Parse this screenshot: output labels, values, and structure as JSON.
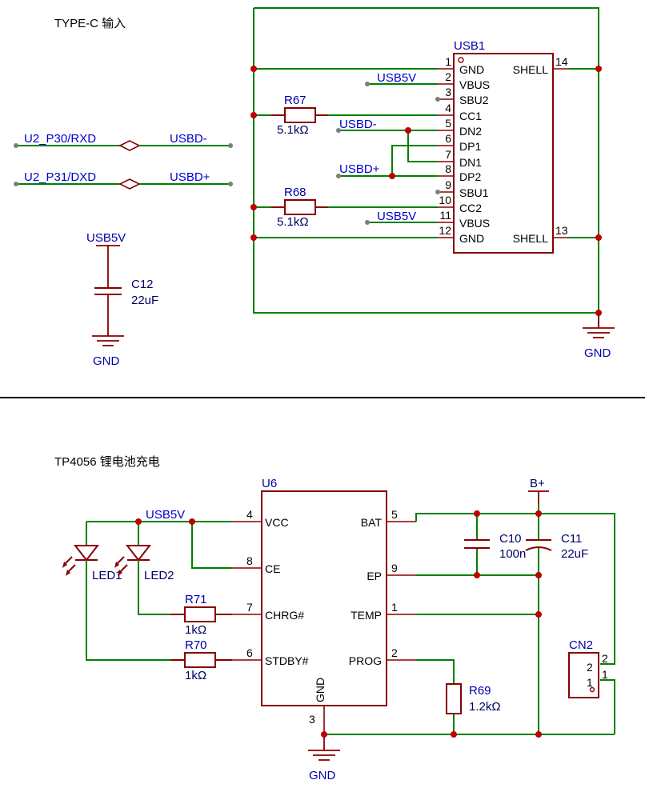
{
  "sections": {
    "typec_title": "TYPE-C 输入",
    "tp4056_title": "TP4056 锂电池充电"
  },
  "usb1": {
    "designator": "USB1",
    "pins": [
      {
        "num": "1",
        "name": "GND"
      },
      {
        "num": "2",
        "name": "VBUS"
      },
      {
        "num": "3",
        "name": "SBU2"
      },
      {
        "num": "4",
        "name": "CC1"
      },
      {
        "num": "5",
        "name": "DN2"
      },
      {
        "num": "6",
        "name": "DP1"
      },
      {
        "num": "7",
        "name": "DN1"
      },
      {
        "num": "8",
        "name": "DP2"
      },
      {
        "num": "9",
        "name": "SBU1"
      },
      {
        "num": "10",
        "name": "CC2"
      },
      {
        "num": "11",
        "name": "VBUS"
      },
      {
        "num": "12",
        "name": "GND"
      }
    ],
    "shell_top": {
      "num": "14",
      "name": "SHELL"
    },
    "shell_bottom": {
      "num": "13",
      "name": "SHELL"
    }
  },
  "r67": {
    "designator": "R67",
    "value": "5.1kΩ"
  },
  "r68": {
    "designator": "R68",
    "value": "5.1kΩ"
  },
  "c12": {
    "designator": "C12",
    "value": "22uF"
  },
  "u6": {
    "designator": "U6",
    "pins_left": [
      {
        "num": "4",
        "name": "VCC"
      },
      {
        "num": "8",
        "name": "CE"
      },
      {
        "num": "7",
        "name": "CHRG#"
      },
      {
        "num": "6",
        "name": "STDBY#"
      }
    ],
    "pins_right": [
      {
        "num": "5",
        "name": "BAT"
      },
      {
        "num": "9",
        "name": "EP"
      },
      {
        "num": "1",
        "name": "TEMP"
      },
      {
        "num": "2",
        "name": "PROG"
      }
    ],
    "pin_bottom": {
      "num": "3",
      "name": "GND"
    }
  },
  "r71": {
    "designator": "R71",
    "value": "1kΩ"
  },
  "r70": {
    "designator": "R70",
    "value": "1kΩ"
  },
  "r69": {
    "designator": "R69",
    "value": "1.2kΩ"
  },
  "c10": {
    "designator": "C10",
    "value": "100n"
  },
  "c11": {
    "designator": "C11",
    "value": "22uF"
  },
  "led1": {
    "designator": "LED1"
  },
  "led2": {
    "designator": "LED2"
  },
  "cn2": {
    "designator": "CN2",
    "pins": [
      "2",
      "1"
    ]
  },
  "nets": {
    "usb5v": "USB5V",
    "usbdm": "USBD-",
    "usbdp": "USBD+",
    "gnd": "GND",
    "bplus": "B+",
    "u2_rxd": "U2_P30/RXD",
    "u2_txd": "U2_P31/DXD"
  }
}
